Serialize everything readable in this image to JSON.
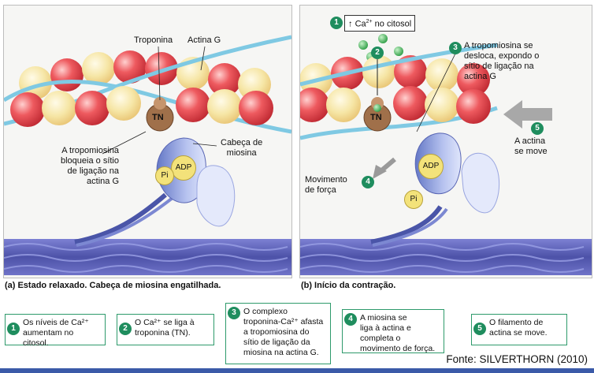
{
  "panel_a": {
    "label_troponina": "Troponina",
    "label_actina_g": "Actina G",
    "label_tn": "TN",
    "label_tropomiosina_bloqueia": [
      "A tropomiosina",
      "bloqueia o sítio",
      "de ligação na",
      "actina G"
    ],
    "label_cabeca_miosina": [
      "Cabeça de",
      "miosina"
    ],
    "label_adp": "ADP",
    "label_pi": "Pi"
  },
  "panel_b": {
    "step1_text": "Ca",
    "step1_sup": "2+",
    "step1_suffix": " no citosol",
    "label_tropomiosina_desloca": [
      "A tropomiosina se",
      "desloca, expondo o",
      "sítio de ligação na",
      "actina G"
    ],
    "label_tn": "TN",
    "label_actina_move": [
      "A actina",
      "se move"
    ],
    "label_movimento": [
      "Movimento",
      "de força"
    ],
    "label_adp": "ADP",
    "label_pi": "Pi"
  },
  "caption_a": {
    "prefix": "(a)",
    "text": "Estado relaxado. Cabeça de miosina engatilhada."
  },
  "caption_b": {
    "prefix": "(b)",
    "text": "Início da contração."
  },
  "steps": [
    {
      "n": "1",
      "lines": [
        "Os níveis de Ca²⁺",
        "aumentam no citosol."
      ]
    },
    {
      "n": "2",
      "lines": [
        "O Ca²⁺ se liga à",
        "troponina (TN)."
      ]
    },
    {
      "n": "3",
      "lines": [
        "O complexo",
        "troponina-Ca²⁺ afasta",
        "a tropomiosina do",
        "sítio de ligação da",
        "miosina na actina G."
      ]
    },
    {
      "n": "4",
      "lines": [
        "A miosina se",
        "liga à actina e",
        "completa o",
        "movimento de força."
      ]
    },
    {
      "n": "5",
      "lines": [
        "O filamento de",
        "actina se move."
      ]
    }
  ],
  "source": "Fonte: SILVERTHORN (2010)",
  "colors": {
    "actin_red": "#e8434a",
    "actin_yellow": "#f6e6a6",
    "tropomyosin": "#8fd0e6",
    "myosin": "#8d9ed8",
    "troponin": "#a0704a",
    "green": "#1f8d5e",
    "thick_filament": "#5b5fb8"
  }
}
